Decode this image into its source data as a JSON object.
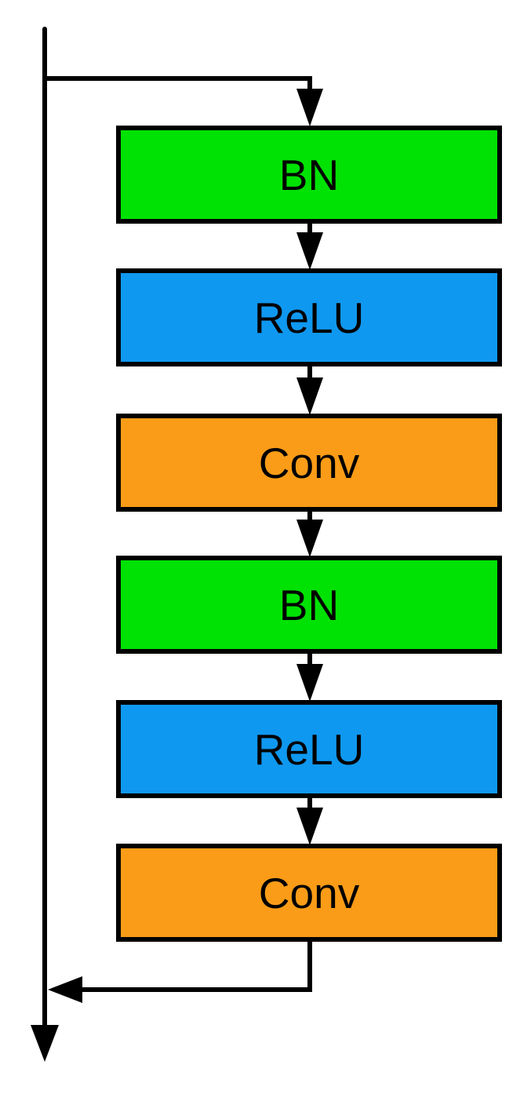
{
  "diagram": {
    "kind": "flow-diagram",
    "subject": "pre-activation residual block",
    "blocks": [
      {
        "label": "BN",
        "color": "#00e104"
      },
      {
        "label": "ReLU",
        "color": "#0f98f0"
      },
      {
        "label": "Conv",
        "color": "#fa9c17"
      },
      {
        "label": "BN",
        "color": "#00e104"
      },
      {
        "label": "ReLU",
        "color": "#0f98f0"
      },
      {
        "label": "Conv",
        "color": "#fa9c17"
      }
    ],
    "colors": {
      "block_border": "#000000",
      "connector": "#000000",
      "label_text": "#000000",
      "background": "#ffffff"
    }
  }
}
